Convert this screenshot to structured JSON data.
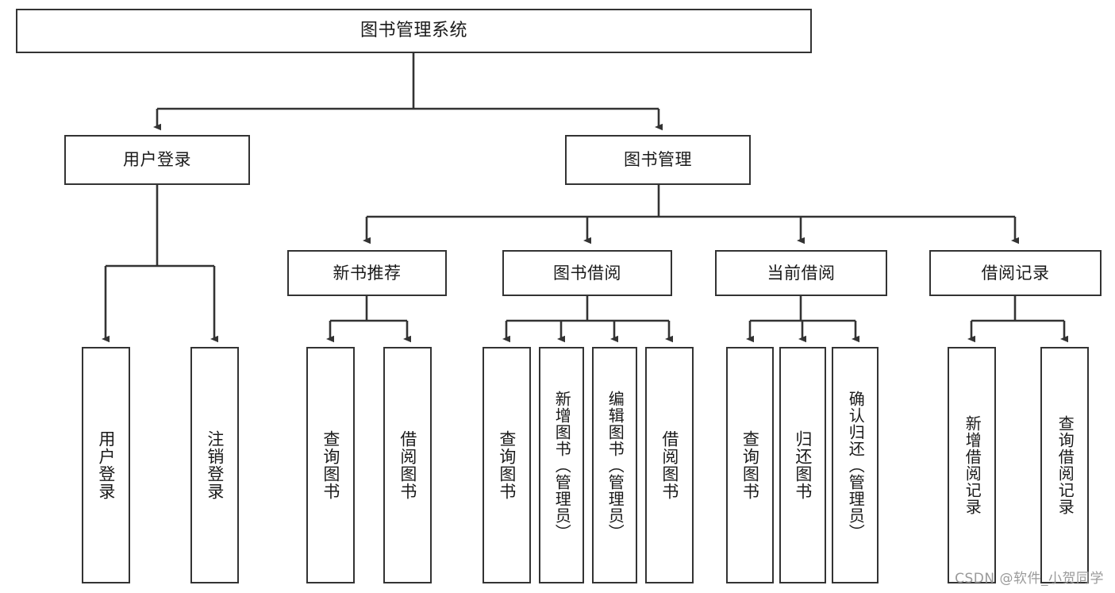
{
  "diagram": {
    "title": "图书管理系统",
    "type": "tree-hierarchy",
    "orientation": "top-down",
    "colors": {
      "node_border": "#333333",
      "node_fill": "#ffffff",
      "edge": "#333333",
      "text": "#1a1a1a",
      "watermark": "#9a9a9a",
      "background": "#ffffff"
    },
    "levels": {
      "root": "图书管理系统",
      "level2": [
        "用户登录",
        "图书管理"
      ],
      "level3": [
        "新书推荐",
        "图书借阅",
        "当前借阅",
        "借阅记录"
      ]
    },
    "nodes": {
      "root": {
        "label": "图书管理系统"
      },
      "user_login": {
        "label": "用户登录"
      },
      "book_manage": {
        "label": "图书管理"
      },
      "new_book_rec": {
        "label": "新书推荐"
      },
      "book_borrow": {
        "label": "图书借阅"
      },
      "current_borrow": {
        "label": "当前借阅"
      },
      "borrow_record": {
        "label": "借阅记录"
      },
      "leaf_user_login": {
        "label": "用户登录"
      },
      "leaf_logout": {
        "label": "注销登录"
      },
      "leaf_query_book_1": {
        "label": "查询图书"
      },
      "leaf_borrow_book_1": {
        "label": "借阅图书"
      },
      "leaf_query_book_2": {
        "label": "查询图书"
      },
      "leaf_add_book_admin": {
        "label": "新增图书（管理员）"
      },
      "leaf_edit_book_admin": {
        "label": "编辑图书（管理员）"
      },
      "leaf_borrow_book_2": {
        "label": "借阅图书"
      },
      "leaf_query_book_3": {
        "label": "查询图书"
      },
      "leaf_return_book": {
        "label": "归还图书"
      },
      "leaf_confirm_return_admin": {
        "label": "确认归还（管理员）"
      },
      "leaf_add_record": {
        "label": "新增借阅记录"
      },
      "leaf_query_record": {
        "label": "查询借阅记录"
      }
    },
    "edges": [
      {
        "from": "root",
        "to": "user_login"
      },
      {
        "from": "root",
        "to": "book_manage"
      },
      {
        "from": "user_login",
        "to": "leaf_user_login"
      },
      {
        "from": "user_login",
        "to": "leaf_logout"
      },
      {
        "from": "book_manage",
        "to": "new_book_rec"
      },
      {
        "from": "book_manage",
        "to": "book_borrow"
      },
      {
        "from": "book_manage",
        "to": "current_borrow"
      },
      {
        "from": "book_manage",
        "to": "borrow_record"
      },
      {
        "from": "new_book_rec",
        "to": "leaf_query_book_1"
      },
      {
        "from": "new_book_rec",
        "to": "leaf_borrow_book_1"
      },
      {
        "from": "book_borrow",
        "to": "leaf_query_book_2"
      },
      {
        "from": "book_borrow",
        "to": "leaf_add_book_admin"
      },
      {
        "from": "book_borrow",
        "to": "leaf_edit_book_admin"
      },
      {
        "from": "book_borrow",
        "to": "leaf_borrow_book_2"
      },
      {
        "from": "current_borrow",
        "to": "leaf_query_book_3"
      },
      {
        "from": "current_borrow",
        "to": "leaf_return_book"
      },
      {
        "from": "current_borrow",
        "to": "leaf_confirm_return_admin"
      },
      {
        "from": "borrow_record",
        "to": "leaf_add_record"
      },
      {
        "from": "borrow_record",
        "to": "leaf_query_record"
      }
    ]
  },
  "watermark": {
    "text": "CSDN @软件_小贺同学"
  }
}
